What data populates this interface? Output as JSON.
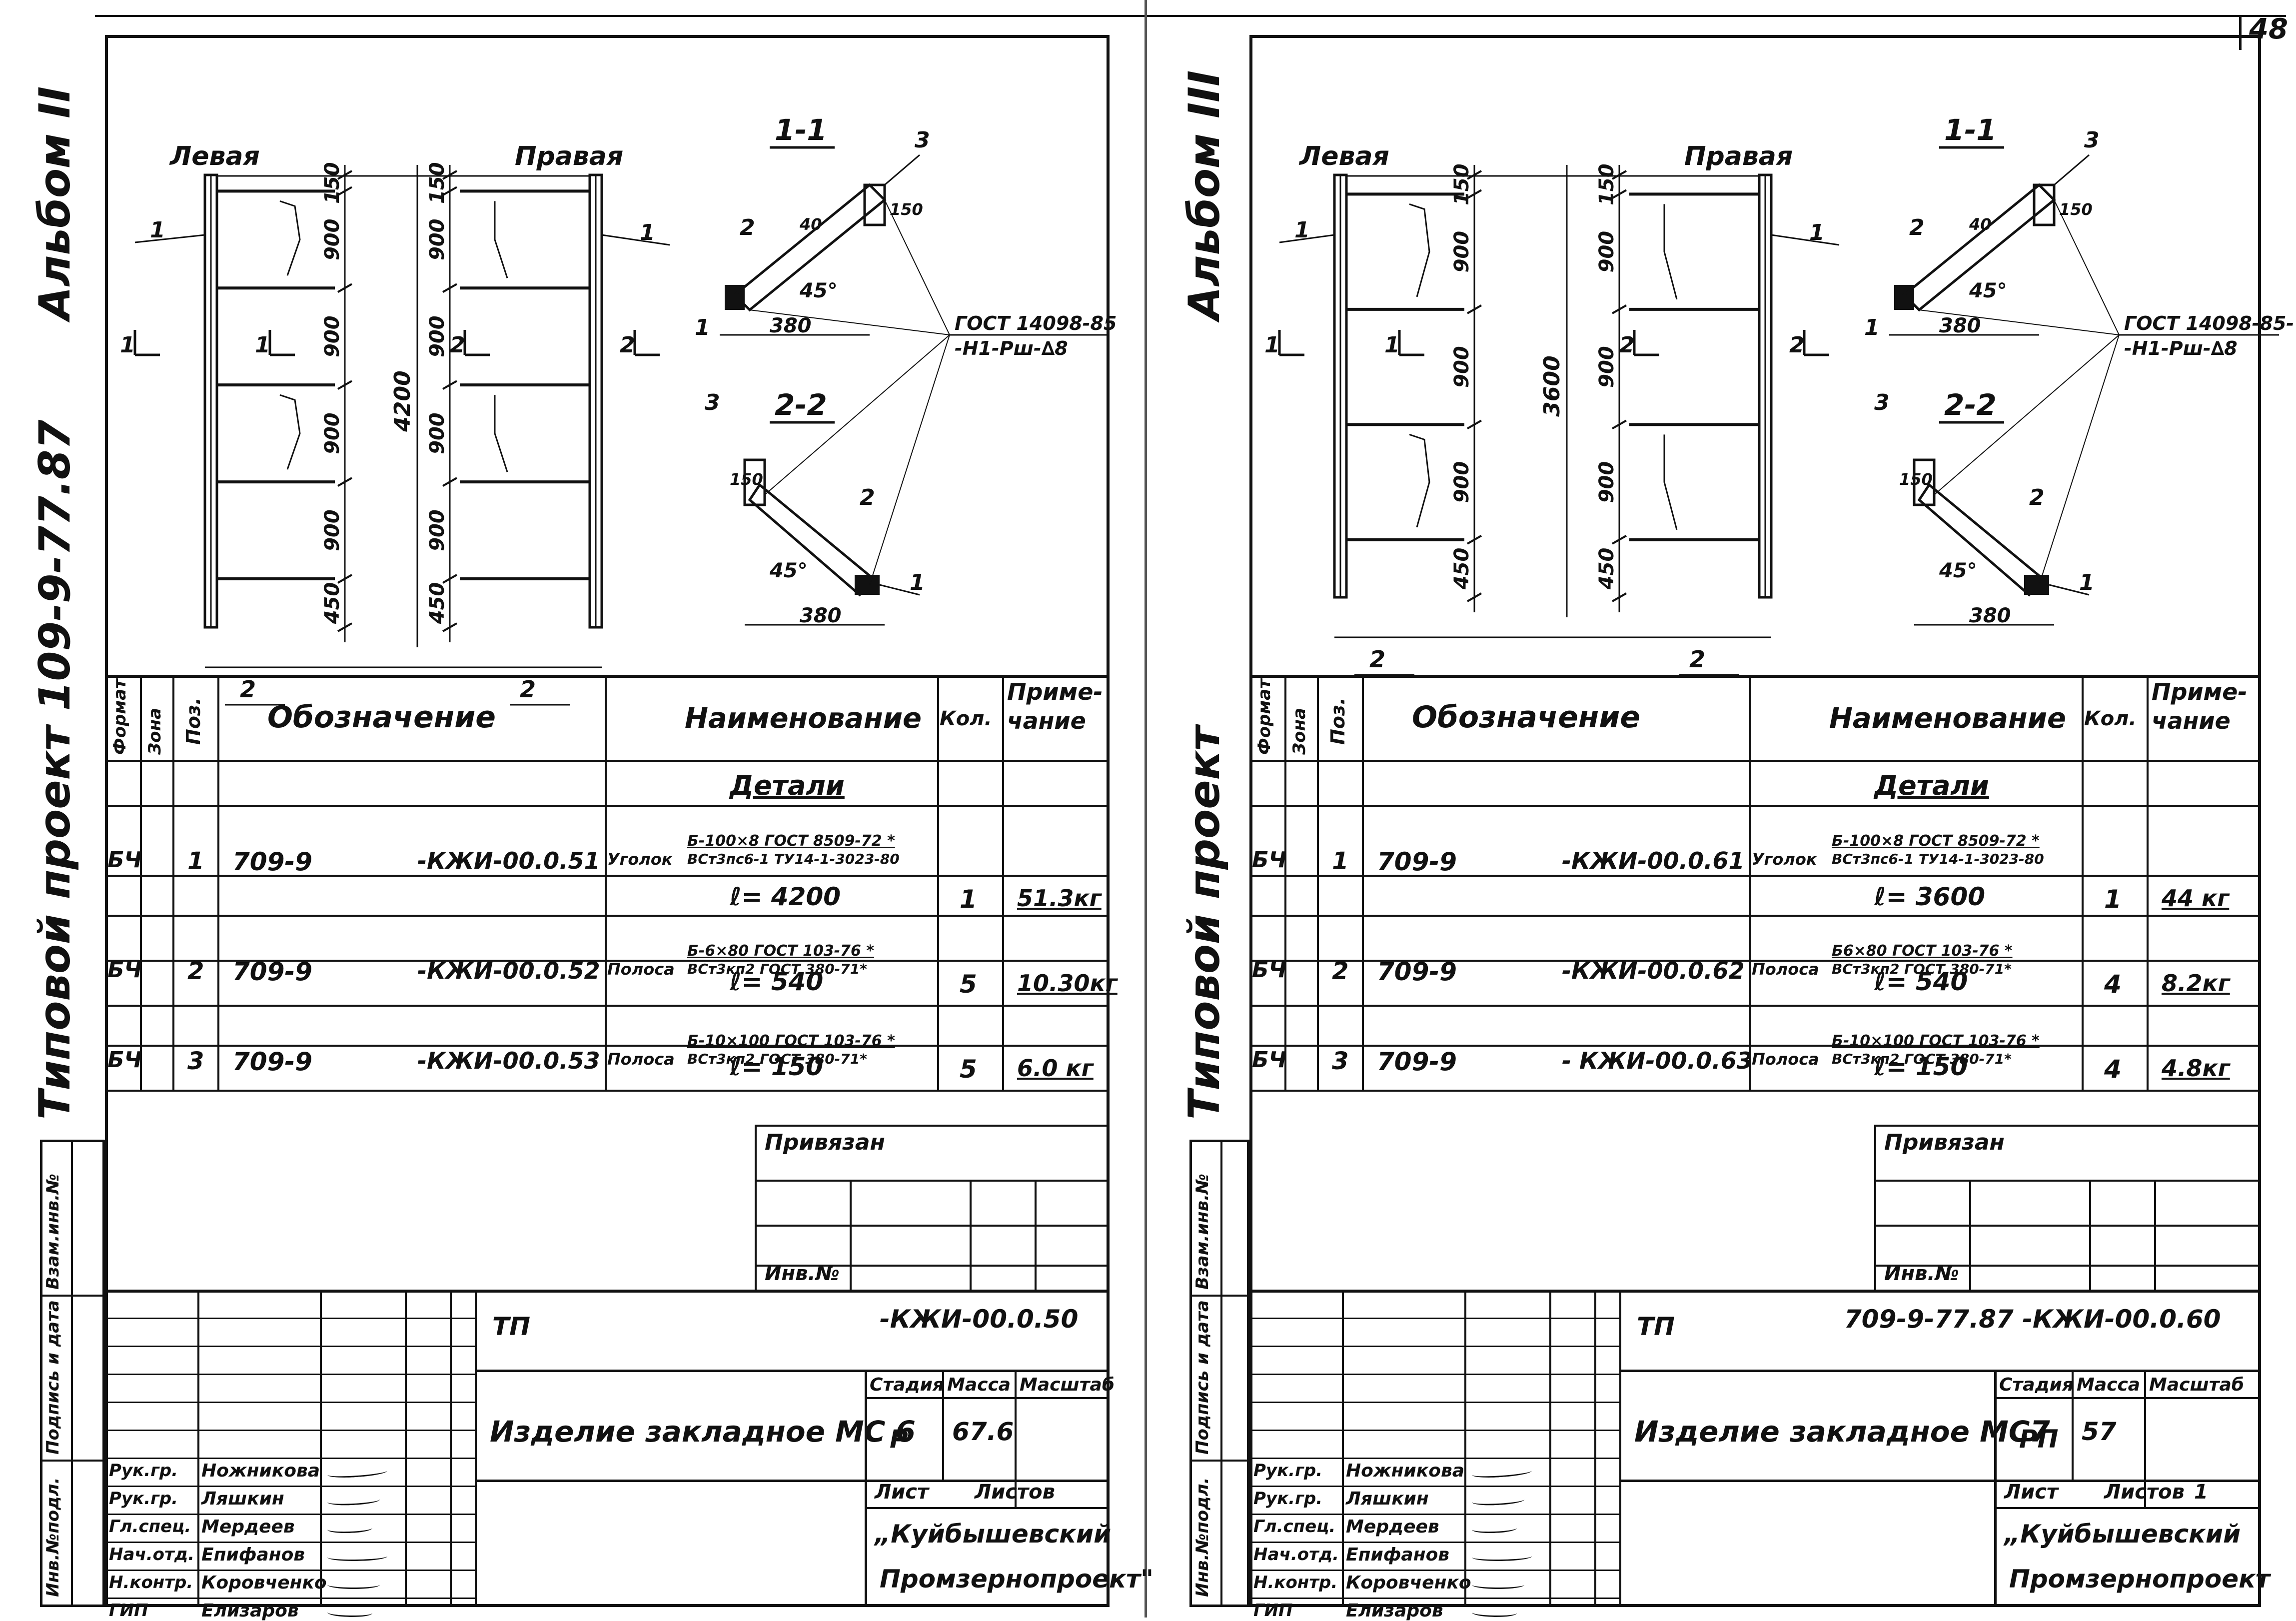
{
  "page_number": "48",
  "sheets": [
    {
      "album_label": "Альбом II",
      "project_label": "Типовой проект 109-9-77.87",
      "side_stamp": {
        "col1": "Инв.№подл.",
        "col2": "Подпись и дата",
        "col3": "Взам.инв.№"
      },
      "drawing": {
        "left_label": "Левая",
        "right_label": "Правая",
        "total_dim": "4200",
        "dims": [
          "150",
          "900",
          "900",
          "900",
          "900",
          "450"
        ],
        "section_1": "1-1",
        "section_2": "2-2",
        "pos_labels": [
          "1",
          "2",
          "3"
        ],
        "section_dim": "380",
        "angle": "45°",
        "dim_40": "40",
        "dim_150": "150",
        "gost_note_1": "ГОСТ 14098-85",
        "gost_note_2": "-Н1-Рш-∆8",
        "cut_marks": [
          "1",
          "1",
          "2",
          "2"
        ]
      },
      "spec": {
        "headers": {
          "format": "Формат",
          "zone": "Зона",
          "pos": "Поз.",
          "designation": "Обозначение",
          "name": "Наименование",
          "qty": "Кол.",
          "note": "Приме- чание"
        },
        "section_title": "Детали",
        "rows": [
          {
            "format": "БЧ",
            "pos": "1",
            "code1": "709-9",
            "code2": "-КЖИ-00.0.51",
            "name": "Уголок",
            "name_top": "Б-100×8 ГОСТ 8509-72 *",
            "name_bot": "ВСт3пс6-1 ТУ14-1-3023-80",
            "length": "ℓ= 4200",
            "qty": "1",
            "note": "51.3кг"
          },
          {
            "format": "БЧ",
            "pos": "2",
            "code1": "709-9",
            "code2": "-КЖИ-00.0.52",
            "name": "Полоса",
            "name_top": "Б-6×80 ГОСТ 103-76 *",
            "name_bot": "ВСт3кп2 ГОСТ 380-71*",
            "length": "ℓ= 540",
            "qty": "5",
            "note": "10.30кг"
          },
          {
            "format": "БЧ",
            "pos": "3",
            "code1": "709-9",
            "code2": "-КЖИ-00.0.53",
            "name": "Полоса",
            "name_top": "Б-10×100 ГОСТ 103-76 *",
            "name_bot": "ВСт3кп2 ГОСТ 380-71*",
            "length": "ℓ= 150",
            "qty": "5",
            "note": "6.0 кг"
          }
        ]
      },
      "binding": {
        "label": "Привязан",
        "inv": "Инв.№"
      },
      "title_block": {
        "tp": "ТП",
        "code": "-КЖИ-00.0.50",
        "title": "Изделие закладное МС 6",
        "stage_label": "Стадия",
        "mass_label": "Масса",
        "scale_label": "Масштаб",
        "stage": "Р",
        "mass": "67.6",
        "scale": "",
        "sheet_label": "Лист",
        "sheets_label": "Листов",
        "sheets_value": "",
        "org_line1": "„Куйбышевский",
        "org_line2": "Промзернопроект\"",
        "people": [
          {
            "role": "Рук.гр.",
            "name": "Ножникова"
          },
          {
            "role": "Рук.гр.",
            "name": "Ляшкин"
          },
          {
            "role": "Гл.спец.",
            "name": "Мердеев"
          },
          {
            "role": "Нач.отд.",
            "name": "Епифанов"
          },
          {
            "role": "Н.контр.",
            "name": "Коровченко"
          },
          {
            "role": "ГИП",
            "name": "Елизаров"
          }
        ]
      }
    },
    {
      "album_label": "Альбом III",
      "project_label": "Типовой проект",
      "side_stamp": {
        "col1": "Инв.№подл.",
        "col2": "Подпись и дата",
        "col3": "Взам.инв.№"
      },
      "drawing": {
        "left_label": "Левая",
        "right_label": "Правая",
        "total_dim": "3600",
        "dims": [
          "150",
          "900",
          "900",
          "900",
          "450"
        ],
        "section_1": "1-1",
        "section_2": "2-2",
        "pos_labels": [
          "1",
          "2",
          "3"
        ],
        "section_dim": "380",
        "angle": "45°",
        "dim_40": "40",
        "dim_150": "150",
        "gost_note_1": "ГОСТ 14098-85-",
        "gost_note_2": "-Н1-Рш-∆8",
        "cut_marks": [
          "1",
          "1",
          "2",
          "2"
        ]
      },
      "spec": {
        "headers": {
          "format": "Формат",
          "zone": "Зона",
          "pos": "Поз.",
          "designation": "Обозначение",
          "name": "Наименование",
          "qty": "Кол.",
          "note": "Приме- чание"
        },
        "section_title": "Детали",
        "rows": [
          {
            "format": "БЧ",
            "pos": "1",
            "code1": "709-9",
            "code2": "-КЖИ-00.0.61",
            "name": "Уголок",
            "name_top": "Б-100×8 ГОСТ 8509-72 *",
            "name_bot": "ВСт3пс6-1 ТУ14-1-3023-80",
            "length": "ℓ= 3600",
            "qty": "1",
            "note": "44 кг"
          },
          {
            "format": "БЧ",
            "pos": "2",
            "code1": "709-9",
            "code2": "-КЖИ-00.0.62",
            "name": "Полоса",
            "name_top": "Б6×80 ГОСТ 103-76 *",
            "name_bot": "ВСт3кп2 ГОСТ 380-71*",
            "length": "ℓ= 540",
            "qty": "4",
            "note": "8.2кг"
          },
          {
            "format": "БЧ",
            "pos": "3",
            "code1": "709-9",
            "code2": "- КЖИ-00.0.63",
            "name": "Полоса",
            "name_top": "Б-10×100 ГОСТ 103-76 *",
            "name_bot": "ВСт3кп2 ГОСТ 380-71*",
            "length": "ℓ= 150",
            "qty": "4",
            "note": "4.8кг"
          }
        ]
      },
      "binding": {
        "label": "Привязан",
        "inv": "Инв.№"
      },
      "title_block": {
        "tp": "ТП",
        "code": "709-9-77.87   -КЖИ-00.0.60",
        "title": "Изделие закладное МС7",
        "stage_label": "Стадия",
        "mass_label": "Масса",
        "scale_label": "Масштаб",
        "stage": "РП",
        "mass": "57",
        "scale": "",
        "sheet_label": "Лист",
        "sheets_label": "Листов",
        "sheets_value": "1",
        "org_line1": "„Куйбышевский",
        "org_line2": "Промзернопроект",
        "people": [
          {
            "role": "Рук.гр.",
            "name": "Ножникова"
          },
          {
            "role": "Рук.гр.",
            "name": "Ляшкин"
          },
          {
            "role": "Гл.спец.",
            "name": "Мердеев"
          },
          {
            "role": "Нач.отд.",
            "name": "Епифанов"
          },
          {
            "role": "Н.контр.",
            "name": "Коровченко"
          },
          {
            "role": "ГИП",
            "name": "Елизаров"
          }
        ]
      }
    }
  ]
}
